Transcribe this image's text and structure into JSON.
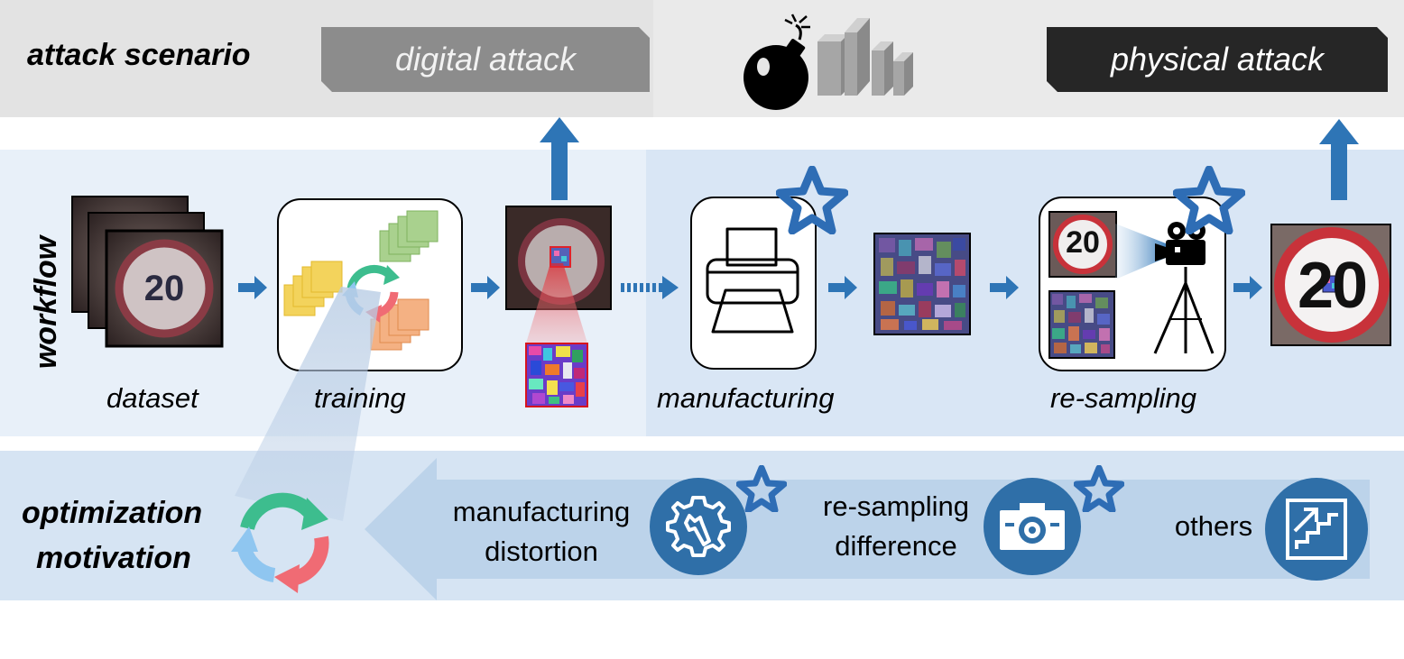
{
  "scenario": {
    "title": "attack scenario",
    "digital_label": "digital attack",
    "physical_label": "physical attack"
  },
  "workflow": {
    "title": "workflow",
    "steps": {
      "dataset": "dataset",
      "training": "training",
      "manufacturing": "manufacturing",
      "resampling": "re-sampling"
    },
    "sign_text": "20"
  },
  "optimization": {
    "title_line1": "optimization",
    "title_line2": "motivation",
    "factors": {
      "manufacturing_line1": "manufacturing",
      "manufacturing_line2": "distortion",
      "resampling_line1": "re-sampling",
      "resampling_line2": "difference",
      "others": "others"
    }
  },
  "colors": {
    "arrow_blue": "#2e75b6",
    "star_blue": "#2e6db5",
    "digital_tag": "#8c8c8c",
    "physical_tag": "#262626"
  }
}
